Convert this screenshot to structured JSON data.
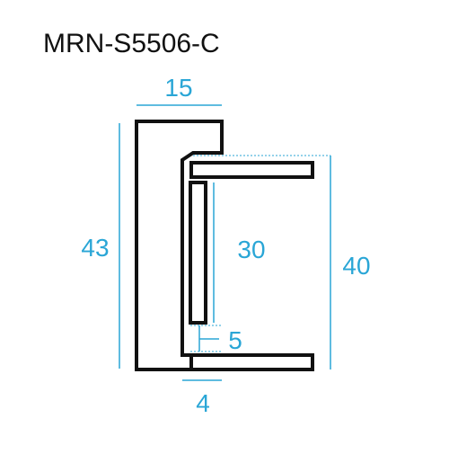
{
  "title": "MRN-S5506-C",
  "dimensions": {
    "top_width": "15",
    "total_height": "43",
    "inner_height": "30",
    "lip_gap": "5",
    "outer_height": "40",
    "bottom_width": "4"
  },
  "colors": {
    "outline": "#111111",
    "dimension": "#2aa6d6"
  }
}
